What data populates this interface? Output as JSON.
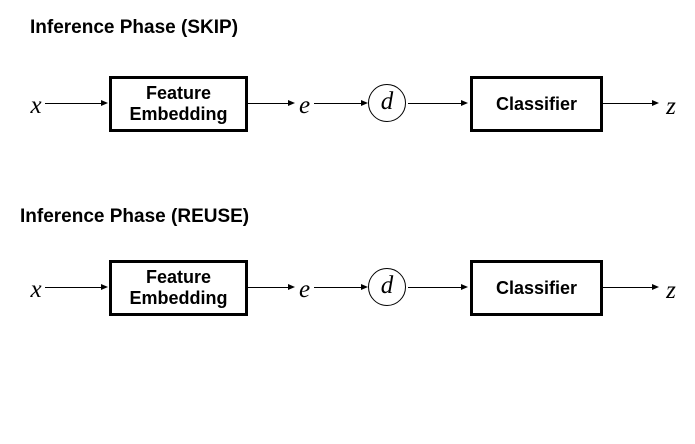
{
  "canvas": {
    "background_color": "#ffffff",
    "stroke_color": "#000000",
    "text_color": "#000000"
  },
  "diagrams": [
    {
      "title": "Inference Phase (SKIP)",
      "nodes": {
        "input": "x",
        "feature_box": {
          "line1": "Feature",
          "line2": "Embedding"
        },
        "embedding": "e",
        "decision": "d",
        "classifier": "Classifier",
        "output": "z"
      }
    },
    {
      "title": "Inference Phase (REUSE)",
      "nodes": {
        "input": "x",
        "feature_box": {
          "line1": "Feature",
          "line2": "Embedding"
        },
        "embedding": "e",
        "decision": "d",
        "classifier": "Classifier",
        "output": "z"
      }
    }
  ]
}
